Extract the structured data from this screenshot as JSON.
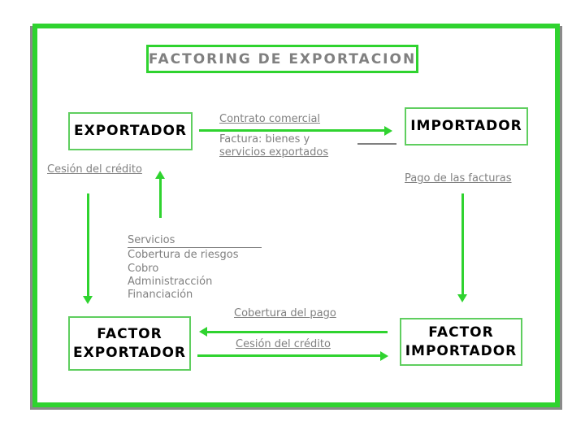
{
  "title": "FACTORING DE EXPORTACION",
  "boxes": {
    "exportador": "EXPORTADOR",
    "importador": "IMPORTADOR",
    "factor_exportador": [
      "FACTOR",
      "EXPORTADOR"
    ],
    "factor_importador": [
      "FACTOR",
      "IMPORTADOR"
    ]
  },
  "labels": {
    "contrato_comercial": "Contrato comercial",
    "factura_linea1": "Factura: bienes y",
    "factura_linea2": "servicios exportados",
    "cesion_del_credito_superior": "Cesión del crédito",
    "pago_de_las_facturas": "Pago de las facturas",
    "servicios_titulo": "Servicios",
    "servicios_items": [
      "Cobertura de riesgos",
      "Cobro",
      "Administracción",
      "Financiación"
    ],
    "cobertura_del_pago": "Cobertura del pago",
    "cesion_del_credito_inferior": "Cesión del crédito"
  },
  "colors": {
    "accent_green": "#2fd32f",
    "box_border_green": "#5fce5f",
    "label_gray": "#808080",
    "text_black": "#000000",
    "shadow_gray": "#8a8a8a"
  }
}
